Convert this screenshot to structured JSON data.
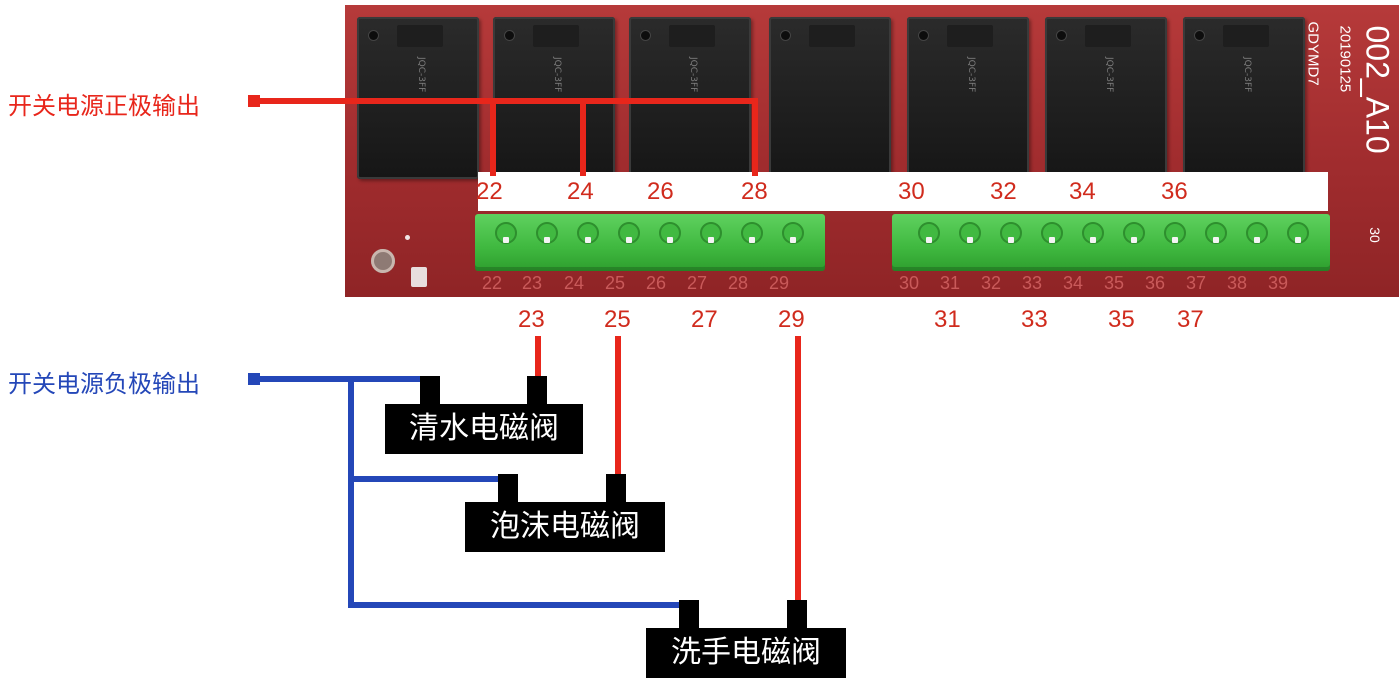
{
  "board": {
    "model_id": "002_A10",
    "date_code": "20190125",
    "vendor_code": "GDYMD7",
    "corner_mark": "30",
    "bottom_pin_labels": [
      "22",
      "23",
      "24",
      "25",
      "26",
      "27",
      "28",
      "29",
      "30",
      "31",
      "32",
      "33",
      "34",
      "35",
      "36",
      "37",
      "38",
      "39"
    ]
  },
  "labels": {
    "positive_output": "开关电源正极输出",
    "negative_output": "开关电源负极输出"
  },
  "terminals": {
    "top": [
      "22",
      "24",
      "26",
      "28",
      "30",
      "32",
      "34",
      "36"
    ],
    "bottom": [
      "23",
      "25",
      "27",
      "29",
      "31",
      "33",
      "35",
      "37"
    ]
  },
  "valves": [
    {
      "label": "清水电磁阀"
    },
    {
      "label": "泡沫电磁阀"
    },
    {
      "label": "洗手电磁阀"
    }
  ],
  "colors": {
    "positive_wire": "#e8261b",
    "negative_wire": "#2447b8",
    "pcb": "#a02c2e",
    "connector": "#3fb83f",
    "relay": "#1a1a1a"
  }
}
